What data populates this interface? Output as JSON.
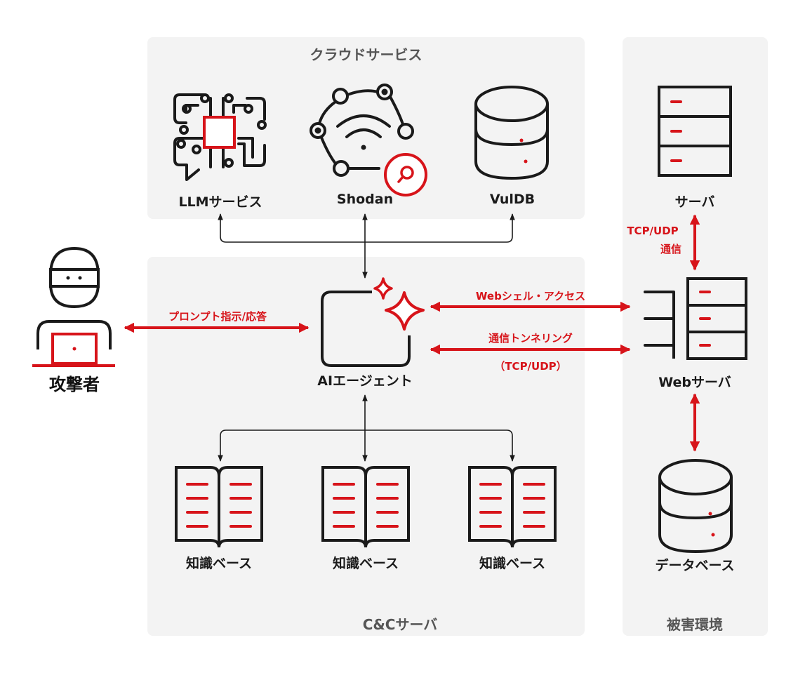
{
  "colors": {
    "accent": "#d7141a",
    "ink": "#1a1a1a",
    "panel": "#f3f3f3",
    "panel_title": "#555555"
  },
  "panels": {
    "cloud": {
      "title": "クラウドサービス"
    },
    "cc": {
      "title": "C&Cサーバ"
    },
    "victim": {
      "title": "被害環境"
    }
  },
  "nodes": {
    "llm": {
      "label": "LLMサービス",
      "icon": "chip-chat-icon"
    },
    "shodan": {
      "label": "Shodan",
      "icon": "network-search-icon"
    },
    "vuldb": {
      "label": "VulDB",
      "icon": "database-icon"
    },
    "agent": {
      "label": "AIエージェント",
      "icon": "sparkle-window-icon"
    },
    "kb1": {
      "label": "知識ベース",
      "icon": "book-icon"
    },
    "kb2": {
      "label": "知識ベース",
      "icon": "book-icon"
    },
    "kb3": {
      "label": "知識ベース",
      "icon": "book-icon"
    },
    "attacker": {
      "label": "攻撃者",
      "icon": "hacker-laptop-icon"
    },
    "server": {
      "label": "サーバ",
      "icon": "server-rack-icon"
    },
    "webserver": {
      "label": "Webサーバ",
      "icon": "web-server-icon"
    },
    "database": {
      "label": "データベース",
      "icon": "database-icon"
    }
  },
  "edges": {
    "prompt": {
      "label": "プロンプト指示/応答"
    },
    "webshell": {
      "label": "Webシェル・アクセス"
    },
    "tunnel": {
      "label": "通信トンネリング",
      "sublabel": "（TCP/UDP）"
    },
    "tcp": {
      "label_line1": "TCP/UDP",
      "label_line2": "通信"
    }
  }
}
